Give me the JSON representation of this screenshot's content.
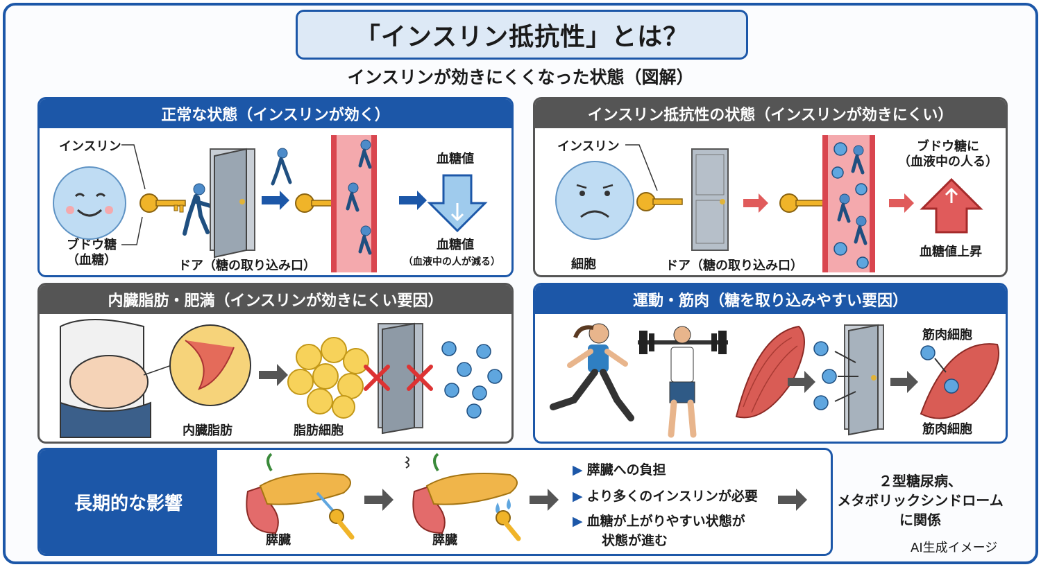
{
  "title": "「インスリン抵抗性」とは？",
  "subtitle": "インスリンが効きにくくなった状態（図解）",
  "panel_normal": {
    "header": "正常な状態（インスリンが効く）",
    "insulin_label": "インスリン",
    "glucose_label_1": "ブドウ糖",
    "glucose_label_2": "（血糖）",
    "door_label": "ドア（糖の取り込み口）",
    "blood_sugar_top": "血糖値",
    "blood_sugar_bottom": "血糖値",
    "blood_sugar_note": "（血液中の人が減る）"
  },
  "panel_resist": {
    "header": "インスリン抵抗性の状態（インスリンが効きにくい）",
    "insulin_label": "インスリン",
    "cell_label": "細胞",
    "door_label": "ドア（糖の取り込み口）",
    "glucose_note_1": "ブドウ糖に",
    "glucose_note_2": "（血液中の人る）",
    "result": "血糖値上昇"
  },
  "panel_fat": {
    "header": "内臓脂肪・肥満（インスリンが効きにくい要因）",
    "visceral_label": "内臓脂肪",
    "fatcell_label": "脂肪細胞"
  },
  "panel_exercise": {
    "header": "運動・筋肉（糖を取り込みやすい要因）",
    "muscle_top": "筋肉細胞",
    "muscle_bottom": "筋肉細胞"
  },
  "long_term": {
    "header": "長期的な影響",
    "pancreas_1": "膵臓",
    "pancreas_2": "膵臓",
    "bullets": [
      "膵臓への負担",
      "より多くのインスリンが必要",
      "血糖が上がりやすい状態が",
      "状態が進む"
    ],
    "result_1": "２型糖尿病、",
    "result_2": "メタボリックシンドローム",
    "result_3": "に関係"
  },
  "watermark": "AI生成イメージ",
  "colors": {
    "primary": "#1c57a8",
    "gray": "#555555",
    "vessel": "#f4a9ad",
    "key": "#f0b429"
  }
}
